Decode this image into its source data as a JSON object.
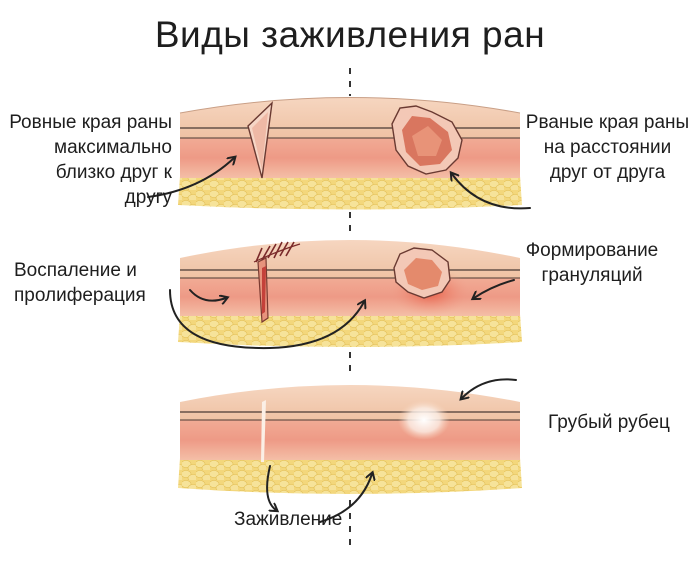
{
  "title": "Виды заживления ран",
  "panels": [
    {
      "left_label": [
        "Ровные края раны",
        "максимально",
        "близко друг к",
        "другу"
      ],
      "right_label": [
        "Рваные края раны",
        "на расстоянии",
        "друг от друга"
      ]
    },
    {
      "left_label": [
        "Воспаление и",
        "пролиферация"
      ],
      "right_label": [
        "Формирование",
        "грануляций"
      ]
    },
    {
      "right_label": [
        "Грубый рубец"
      ],
      "bottom_label": [
        "Заживление"
      ]
    }
  ],
  "colors": {
    "skin_top": "#f3cfb5",
    "dermis": "#ef9f8c",
    "dermis_light": "#f6c3ad",
    "fat": "#f2d374",
    "wound_red": "#c4413a",
    "scar": "#f8f1ea",
    "arrow": "#222222"
  },
  "icons": [
    "curved-arrow-icon",
    "dashed-divider-line"
  ]
}
